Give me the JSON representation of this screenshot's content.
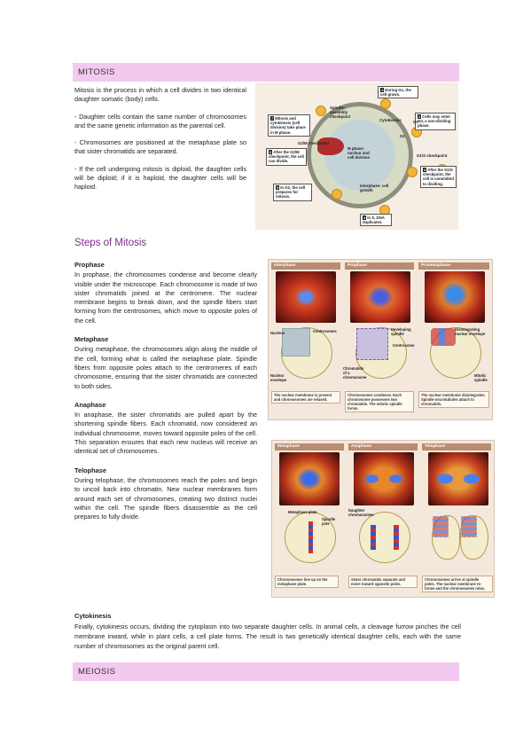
{
  "mitosis": {
    "header": "MITOSIS",
    "intro": "Mitosis is the process in which a cell divides in two identical daughter somatic (body) cells.",
    "points": [
      "- Daughter cells contain the same number of chromosomes and the same genetic information as the parental cell.",
      "- Chromosomes are positioned at the metaphase plate so that sister chromatids are separated.",
      "- If the cell undergoing mitosis is diploid, the daughter cells will be diploid; if it is haploid, the daughter cells will be haploid."
    ]
  },
  "cycle_diagram": {
    "boxes": [
      {
        "n": "1",
        "text": "During G1, the cell grows."
      },
      {
        "n": "2",
        "text": "Cells may enter G0, a non-dividing phase."
      },
      {
        "n": "3",
        "text": "After the G1/S checkpoint, the cell is committed to dividing."
      },
      {
        "n": "4",
        "text": "In S, DNA duplicates."
      },
      {
        "n": "5",
        "text": "In G2, the cell prepares for mitosis."
      },
      {
        "n": "6",
        "text": "After the G2/M checkpoint, the cell can divide."
      },
      {
        "n": "7",
        "text": "Mitosis and cytokinesis (cell division) take place in M phase."
      }
    ],
    "labels": {
      "spindle": "Spindle-assembly checkpoint",
      "g2m": "G2/M checkpoint",
      "g1s": "G1/S checkpoint",
      "cytokinesis": "Cytokinesis",
      "mphase": "M phase: nuclear and cell division",
      "interphase": "Interphase: cell growth",
      "g1": "G1",
      "g0": "G0"
    }
  },
  "steps": {
    "title": "Steps of Mitosis",
    "prophase": {
      "title": "Prophase",
      "text": "In prophase, the chromosomes condense and become clearly visible under the microscope. Each chromosome is made of two sister chromatids joined at the centromere. The nuclear membrane begins to break down, and the spindle fibers start forming from the centrosomes, which move to opposite poles of the cell."
    },
    "metaphase": {
      "title": "Metaphase",
      "text": "During metaphase, the chromosomes align along the middle of the cell, forming what is called the metaphase plate. Spindle fibers from opposite poles attach to the centromeres of each chromosome, ensuring that the sister chromatids are connected to both sides."
    },
    "anaphase": {
      "title": "Anaphase",
      "text": "In anaphase, the sister chromatids are pulled apart by the shortening spindle fibers. Each chromatid, now considered an individual chromosome, moves toward opposite poles of the cell. This separation ensures that each new nucleus will receive an identical set of chromosomes."
    },
    "telophase": {
      "title": "Telophase",
      "text": "During telophase, the chromosomes reach the poles and begin to uncoil back into chromatin. New nuclear membranes form around each set of chromosomes, creating two distinct nuclei within the cell. The spindle fibers disassemble as the cell prepares to fully divide."
    },
    "cytokinesis": {
      "title": "Cytokinesis",
      "text": "Finally, cytokinesis occurs, dividing the cytoplasm into two separate daughter cells. In animal cells, a cleavage furrow pinches the cell membrane inward, while in plant cells, a cell plate forms. The result is two genetically identical daughter cells, each with the same number of chromosomes as the original parent cell."
    }
  },
  "figure_top": {
    "panels": [
      "Interphase",
      "Prophase",
      "Prometaphase"
    ],
    "labels": {
      "nucleus": "Nucleus",
      "centrosomes": "Centrosomes",
      "envelope": "Nuclear envelope",
      "developing": "Developing spindle",
      "centrosome": "Centrosome",
      "chromatids": "Chromatids of a chromosome",
      "disintegrating": "Disintegrating nuclear envelope",
      "mitotic": "Mitotic spindle"
    },
    "captions": [
      "The nuclear membrane is present and chromosomes are relaxed.",
      "Chromosomes condense. Each chromosome possesses two chromatids. The mitotic spindle forms.",
      "The nuclear membrane disintegrates. Spindle microtubules attach to chromatids."
    ]
  },
  "figure_bottom": {
    "panels": [
      "Metaphase",
      "Anaphase",
      "Telophase"
    ],
    "labels": {
      "plate": "Metaphase plate",
      "spindle_pole": "Spindle pole",
      "daughter": "Daughter chromosomes"
    },
    "captions": [
      "Chromosomes line up on the metaphase plate.",
      "Sister chromatids separate and move toward opposite poles.",
      "Chromosomes arrive at spindle poles. The nuclear membrane re-forms and the chromosomes relax."
    ]
  },
  "meiosis": {
    "header": "MEIOSIS"
  }
}
